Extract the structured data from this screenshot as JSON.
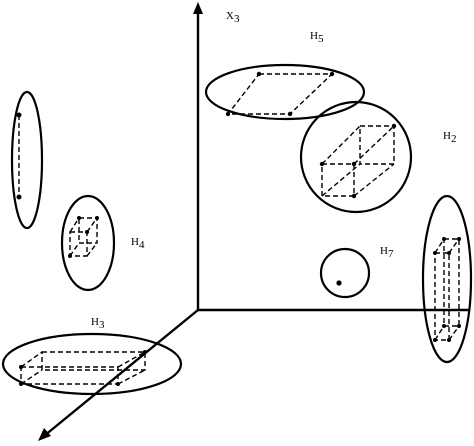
{
  "axes": {
    "x3": {
      "label": "X",
      "sub": "3"
    }
  },
  "hyperedges": {
    "h2": {
      "label": "H",
      "sub": "2"
    },
    "h3": {
      "label": "H",
      "sub": "3"
    },
    "h4": {
      "label": "H",
      "sub": "4"
    },
    "h5": {
      "label": "H",
      "sub": "5"
    },
    "h7": {
      "label": "H",
      "sub": "7"
    }
  }
}
